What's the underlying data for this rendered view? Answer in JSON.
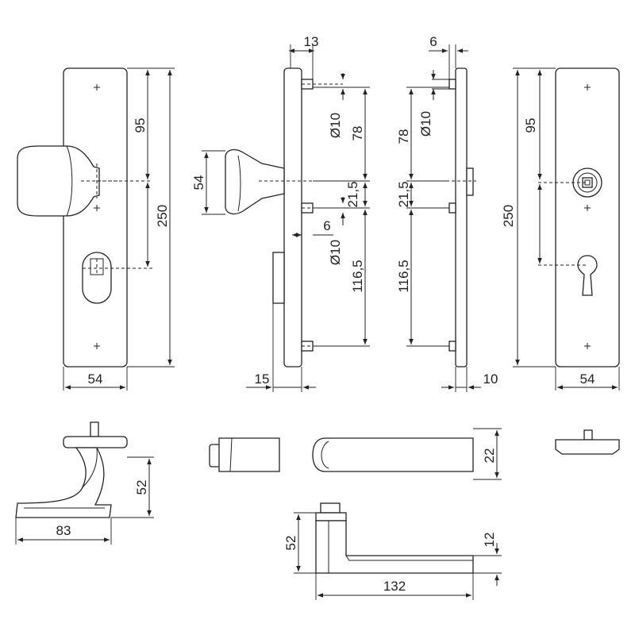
{
  "colors": {
    "line": "#222222",
    "background": "#ffffff",
    "shade": "#e6e6e6"
  },
  "dimensions": {
    "front_left_width": "54",
    "front_left_height": "250",
    "front_left_95": "95",
    "knob_height": "54",
    "side_13": "13",
    "side_6": "6",
    "side_dia10_top": "Ø10",
    "side_78": "78",
    "side_21_5": "21,5",
    "side_dia10_bottom": "Ø10",
    "side_116_5": "116,5",
    "side_15": "15",
    "inner_6": "6",
    "inner_dia10": "Ø10",
    "inner_78": "78",
    "inner_21_5": "21,5",
    "inner_116_5": "116,5",
    "inner_10": "10",
    "front_right_95": "95",
    "front_right_height": "250",
    "front_right_width": "54",
    "knob_side_52": "52",
    "knob_side_83": "83",
    "lever_top_22": "22",
    "lever_52": "52",
    "lever_12": "12",
    "lever_132": "132"
  }
}
